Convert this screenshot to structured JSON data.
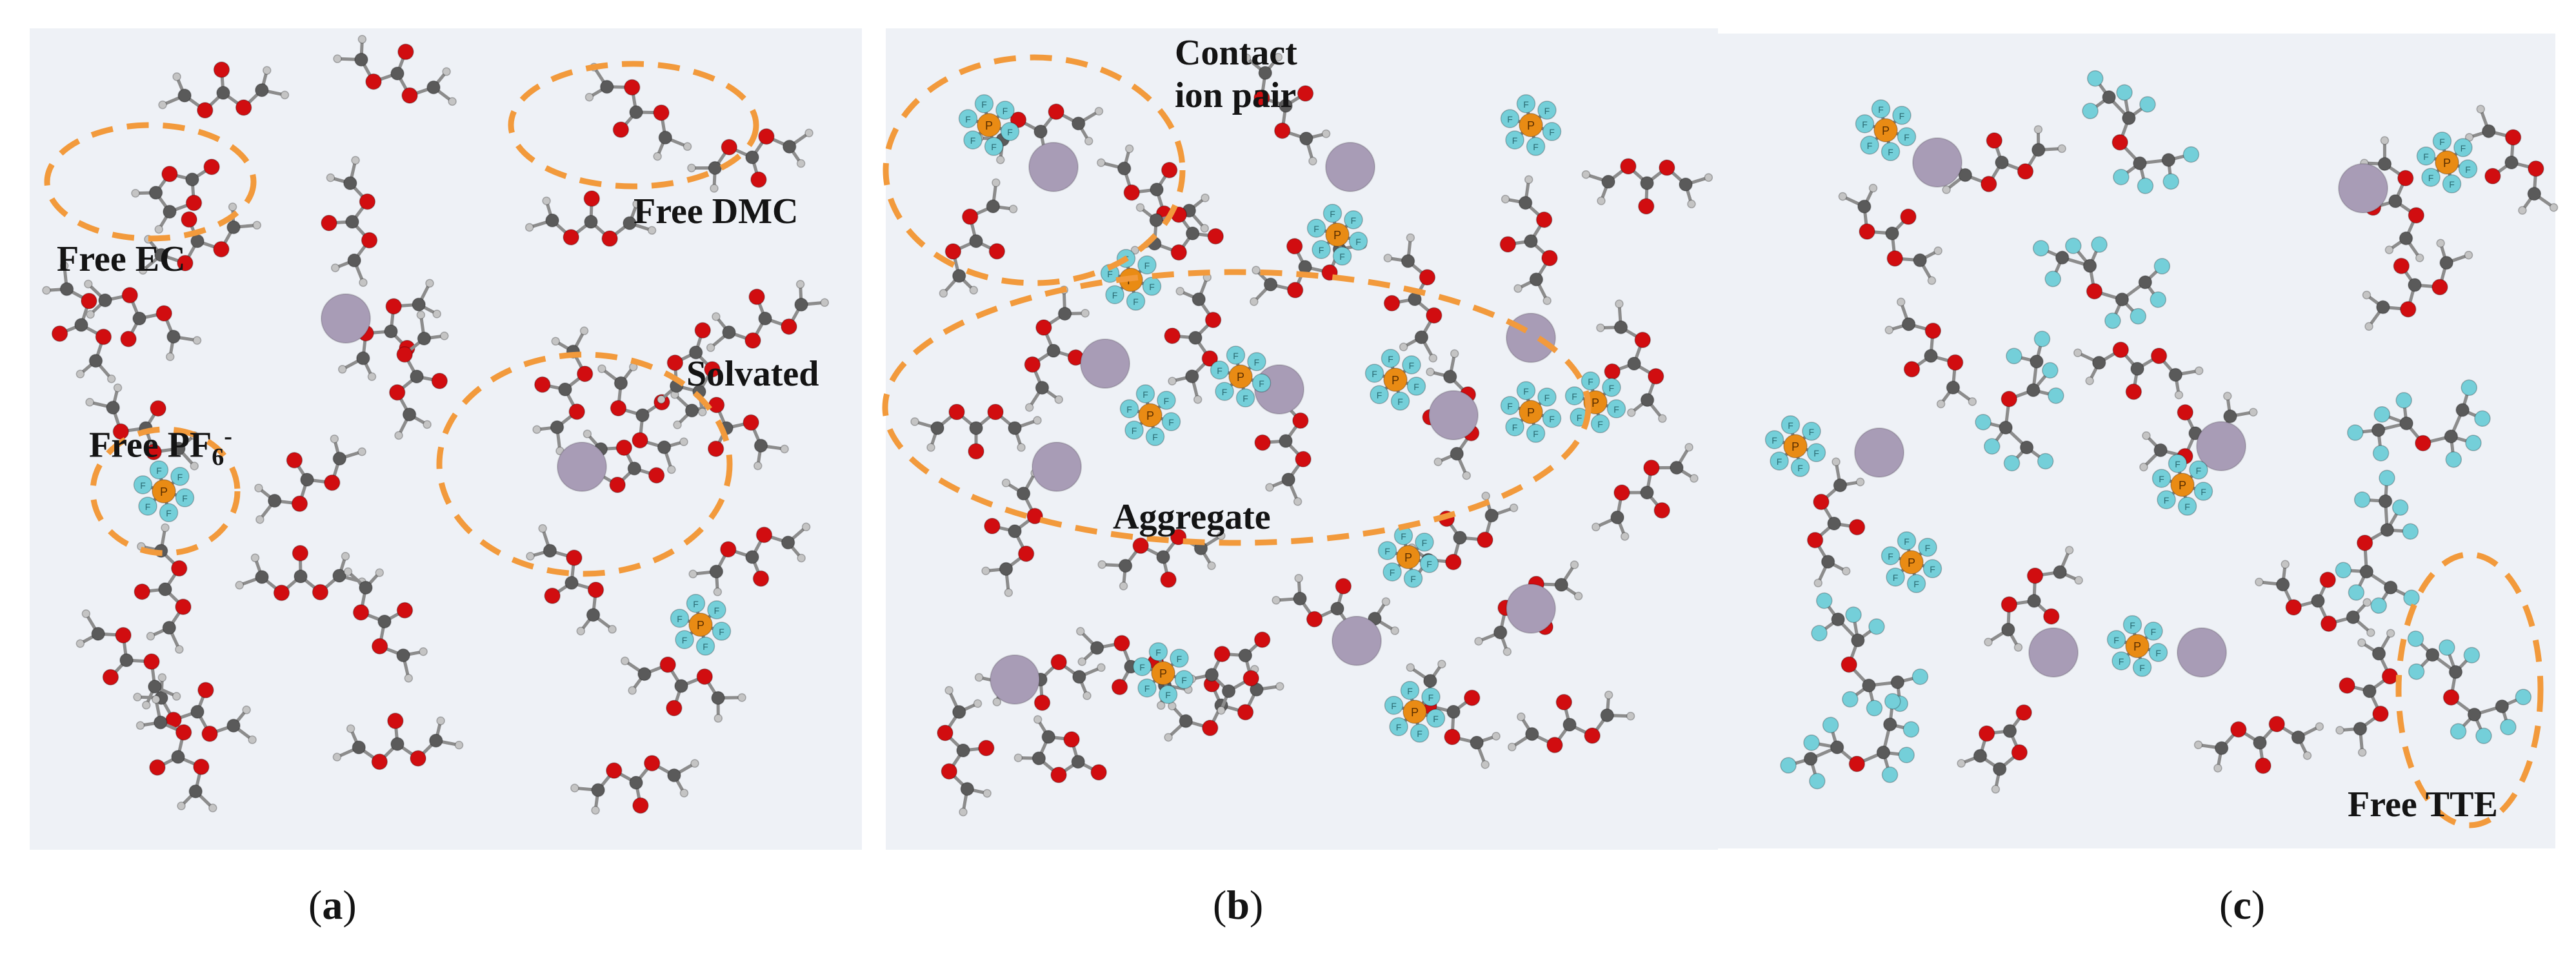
{
  "panels": {
    "a": {
      "caption_letter": "a",
      "labels": {
        "free_ec": "Free EC",
        "free_dmc": "Free DMC",
        "solvated": "Solvated",
        "free_pf6_prefix": "Free PF",
        "free_pf6_sub": "6",
        "free_pf6_sup": "-"
      }
    },
    "b": {
      "caption_letter": "b",
      "labels": {
        "contact_line1": "Contact",
        "contact_line2": "ion pair",
        "aggregate": "Aggregate"
      }
    },
    "c": {
      "caption_letter": "c",
      "labels": {
        "free_tte": "Free TTE"
      }
    }
  },
  "atoms": {
    "phosphorus_letter": "P",
    "fluorine_letter": "F"
  },
  "colors": {
    "background": "#eef1f6",
    "oxygen": "#d10d10",
    "carbon": "#5a5a5a",
    "hydrogen": "#c4c4c4",
    "lithium": "#a89cb6",
    "phosphorus": "#e98b14",
    "fluorine": "#74cfd9",
    "highlight_dash": "#f29a3c"
  },
  "icons": {
    "lithium_ion": "lavender-sphere",
    "pf6_anion": "orange-p-cyan-f-cluster",
    "dmc_molecule": "ball-and-stick",
    "ec_molecule": "ring-ball-and-stick",
    "tte_molecule": "fluorinated-ether"
  }
}
